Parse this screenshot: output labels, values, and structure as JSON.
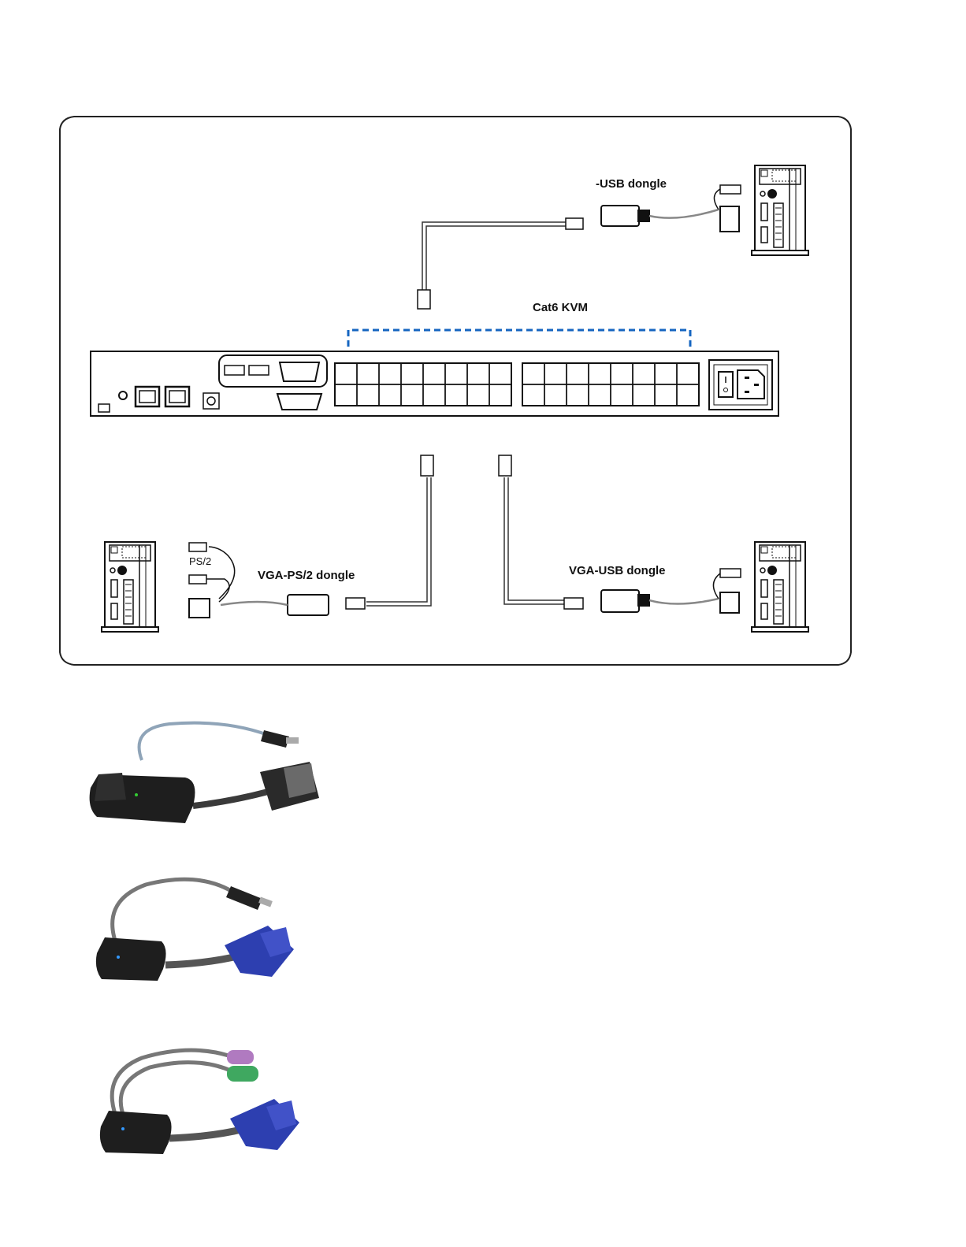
{
  "diagram": {
    "labels": {
      "top_dongle": "-USB dongle",
      "cat6": "Cat6 KVM",
      "ps2": "PS/2",
      "left_dongle": "VGA-PS/2 dongle",
      "right_dongle": "VGA-USB dongle"
    },
    "colors": {
      "frame": "#222222",
      "dashed_bracket": "#1565c0",
      "cable": "#333333"
    },
    "port_grid": {
      "groups": 2,
      "rows": 2,
      "cols_per_group": 8
    }
  },
  "photos": [
    {
      "name": "dvi-usb-dongle",
      "colors": {
        "body": "#1e1e1e",
        "connector": "#2a2a2a",
        "cable": "#8fa4b8"
      }
    },
    {
      "name": "vga-usb-dongle",
      "colors": {
        "body": "#1e1e1e",
        "connector": "#2d3fb0",
        "cable": "#777777"
      }
    },
    {
      "name": "vga-ps2-dongle",
      "colors": {
        "body": "#1e1e1e",
        "connector": "#2d3fb0",
        "ps2_purple": "#b07ac0",
        "ps2_green": "#3fa860"
      }
    }
  ]
}
